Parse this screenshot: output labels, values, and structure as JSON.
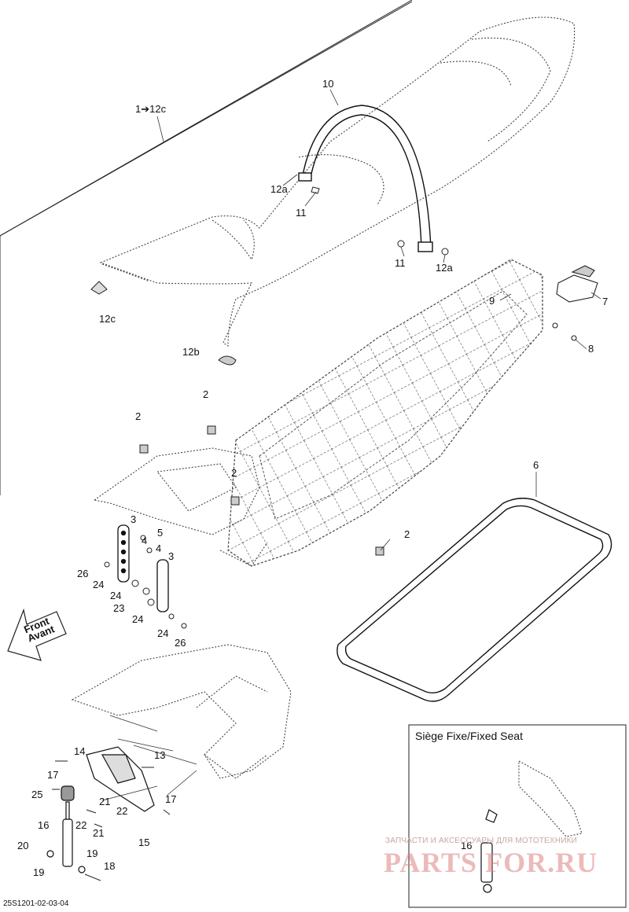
{
  "figure": {
    "inset_title": "Siège Fixe/Fixed Seat",
    "footer_code": "25S1201-02-03-04",
    "watermark": {
      "subtitle": "ЗАПЧАСТИ И АКСЕССУАРЫ ДЛЯ МОТОТЕХНИКИ",
      "brand": "PARTS FOR.RU"
    },
    "direction_arrow": {
      "line1": "Front",
      "line2": "Avant"
    }
  },
  "callouts": {
    "c_1_12c": "1➔12c",
    "c_10": "10",
    "c_12a_top": "12a",
    "c_11_top": "11",
    "c_11_mid": "11",
    "c_12a_mid": "12a",
    "c_12c": "12c",
    "c_12b": "12b",
    "c_9": "9",
    "c_7": "7",
    "c_8": "8",
    "c_2_a": "2",
    "c_2_b": "2",
    "c_2_c": "2",
    "c_2_d": "2",
    "c_6": "6",
    "c_3_a": "3",
    "c_4_a": "4",
    "c_5": "5",
    "c_4_b": "4",
    "c_3_b": "3",
    "c_26_a": "26",
    "c_24_a": "24",
    "c_24_b": "24",
    "c_23": "23",
    "c_24_c": "24",
    "c_24_d": "24",
    "c_26_b": "26",
    "c_14": "14",
    "c_13": "13",
    "c_17_a": "17",
    "c_25": "25",
    "c_21_a": "21",
    "c_22_a": "22",
    "c_17_b": "17",
    "c_22_b": "22",
    "c_21_b": "21",
    "c_16_a": "16",
    "c_15": "15",
    "c_20": "20",
    "c_19_a": "19",
    "c_19_b": "19",
    "c_18": "18",
    "c_16_b": "16"
  }
}
